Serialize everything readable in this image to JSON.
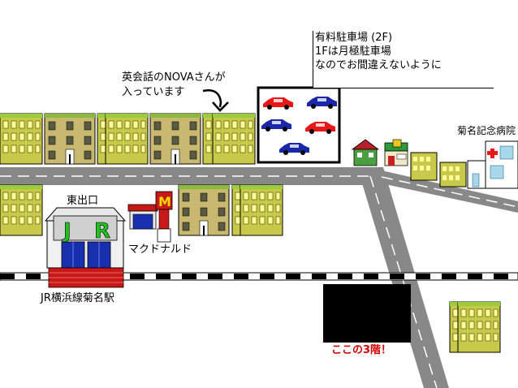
{
  "callouts": {
    "parking": {
      "line1": "有料駐車場 (2F)",
      "line2": "1Fは月極駐車場",
      "line3": "なのでお間違えないように"
    },
    "nova": {
      "line1": "英会話のNOVAさんが",
      "line2": "入っています"
    }
  },
  "labels": {
    "hospital": "菊名記念病院",
    "east_exit": "東出口",
    "mcdonalds": "マクドナルド",
    "station": "JR横浜線菊名駅",
    "destination": "ここの3階！"
  },
  "colors": {
    "road": "#888888",
    "building": "#c8c84a",
    "station_roof": "#c81818",
    "station_doors": "#1830b0",
    "target_building": "#000000",
    "destination_text": "#d40000"
  },
  "icons": [
    "curved-arrow-icon",
    "house-icon",
    "bookstore-icon",
    "car-red",
    "car-blue"
  ]
}
